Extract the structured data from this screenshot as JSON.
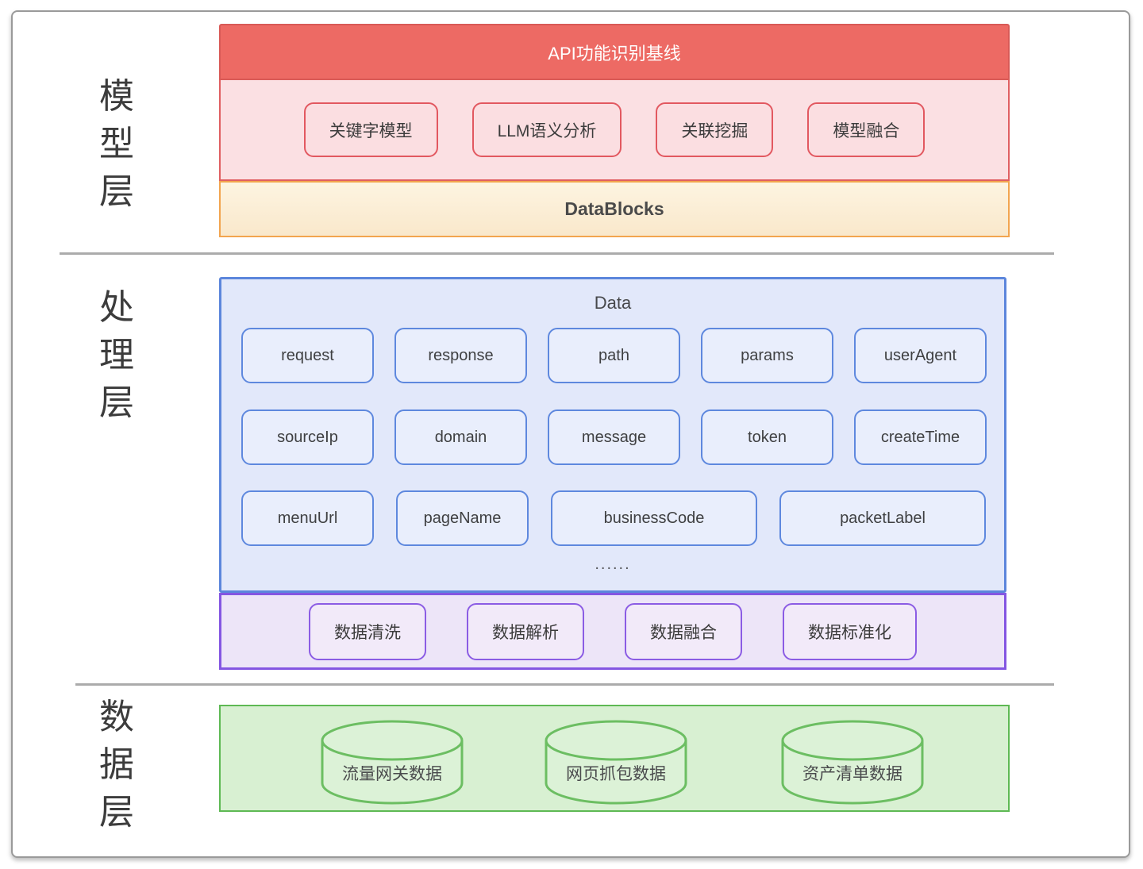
{
  "page": {
    "model_layer": {
      "label": "模型层",
      "header": "API功能识别基线",
      "models": [
        "关键字模型",
        "LLM语义分析",
        "关联挖掘",
        "模型融合"
      ],
      "datablocks_label": "DataBlocks"
    },
    "processing_layer": {
      "label": "处理层",
      "data_title": "Data",
      "fields_row1": [
        "request",
        "response",
        "path",
        "params",
        "userAgent"
      ],
      "fields_row2": [
        "sourceIp",
        "domain",
        "message",
        "token",
        "createTime"
      ],
      "fields_row3": [
        "menuUrl",
        "pageName",
        "businessCode",
        "packetLabel"
      ],
      "more_indicator": "......",
      "steps": [
        "数据清洗",
        "数据解析",
        "数据融合",
        "数据标准化"
      ]
    },
    "data_layer": {
      "label": "数据层",
      "databases": [
        "流量网关数据",
        "网页抓包数据",
        "资产清单数据"
      ]
    }
  },
  "colors": {
    "card-border": "#9a9a9a",
    "divider": "#ababab",
    "red-bg": "#ed6a64",
    "red-border": "#d95a57",
    "pink-bg": "#fbe0e3",
    "pink-border": "#e05f62",
    "pink-box-bg": "#fbdee1",
    "pink-box-border": "#e25860",
    "orange-bg-top": "#fdf4e1",
    "orange-bg-bot": "#f9e8cb",
    "orange-border": "#f2a54f",
    "blue-bg": "#e2e8fa",
    "blue-border": "#5c86dc",
    "blue-box-bg": "#e9eefc",
    "blue-box-border": "#5e88de",
    "purple-bg": "#ede5f8",
    "purple-border": "#8456e2",
    "purple-box-bg": "#f2eaf9",
    "purple-box-border": "#8b5ce4",
    "green-bg": "#d8f0d2",
    "green-border": "#5eb954",
    "cylinder-fill": "#dcf2d7",
    "cylinder-stroke": "#6cbe62"
  }
}
